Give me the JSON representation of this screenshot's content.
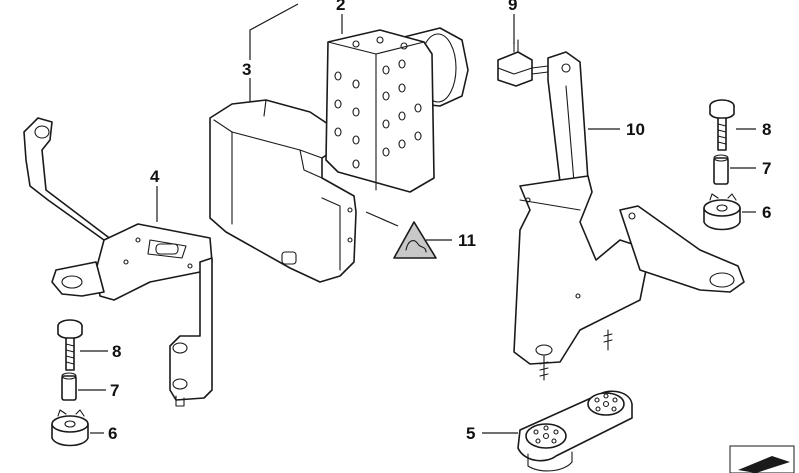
{
  "diagram": {
    "callouts": [
      {
        "id": "c2",
        "text": "2"
      },
      {
        "id": "c3",
        "text": "3"
      },
      {
        "id": "c4",
        "text": "4"
      },
      {
        "id": "c9",
        "text": "9"
      },
      {
        "id": "c10",
        "text": "10"
      },
      {
        "id": "c8a",
        "text": "8"
      },
      {
        "id": "c7a",
        "text": "7"
      },
      {
        "id": "c6a",
        "text": "6"
      },
      {
        "id": "c11",
        "text": "11"
      },
      {
        "id": "c8b",
        "text": "8"
      },
      {
        "id": "c7b",
        "text": "7"
      },
      {
        "id": "c6b",
        "text": "6"
      },
      {
        "id": "c5",
        "text": "5"
      }
    ],
    "colors": {
      "line": "#1a1a1a",
      "fill": "#ffffff",
      "shade": "#e6e6e6",
      "warning_fill": "#c8c8c8"
    },
    "icons": [
      "warning-sign-icon",
      "page-corner-arrow-icon"
    ]
  }
}
